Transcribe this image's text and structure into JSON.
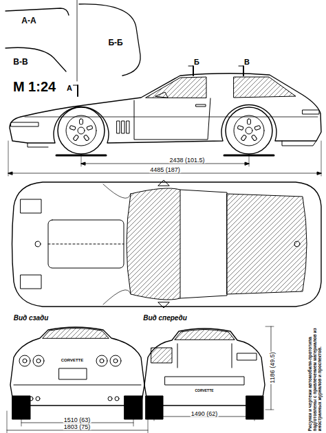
{
  "diagram": {
    "labels": [
      "А-А",
      "В-В",
      "Б-Б",
      "М 1:24",
      "А",
      "Б",
      "В",
      "2438 (101.5)",
      "4485 (187)",
      "Вид сзади",
      "Вид спереди",
      "CORVETTE",
      "CORVETTE",
      "1510 (63)",
      "1803 (75)",
      "1490 (62)",
      "1186 (49.5)",
      "Рисунки и чертежи автомобиля-прототипа подготовлены с привлечением материалов из иностранных журналов и проспектов."
    ]
  }
}
